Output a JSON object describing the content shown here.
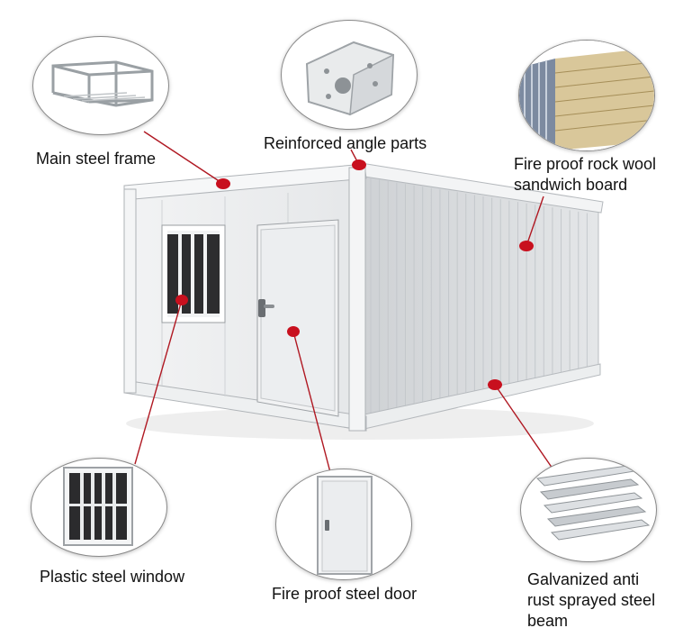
{
  "labels": {
    "main_frame": "Main steel frame",
    "angle_parts": "Reinforced angle parts",
    "rock_wool": "Fire proof rock wool\nsandwich board",
    "window": "Plastic steel window",
    "door": "Fire proof steel door",
    "beam": "Galvanized anti\nrust sprayed steel\nbeam"
  },
  "colors": {
    "marker": "#c8101e",
    "leader": "#b01822",
    "panel": "#d9dbdd",
    "frame": "#eef0f1"
  }
}
